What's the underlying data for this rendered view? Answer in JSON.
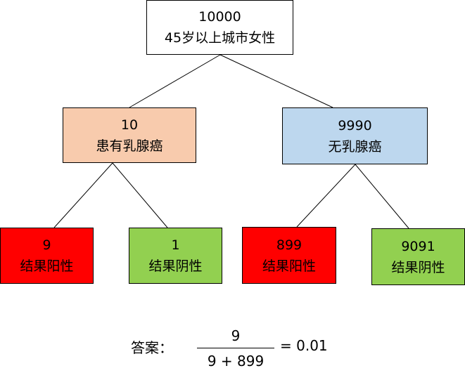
{
  "root": {
    "count": "10000",
    "label": "45岁以上城市女性",
    "fill": "#ffffff"
  },
  "left": {
    "count": "10",
    "label": "患有乳腺癌",
    "fill": "#f8cbad"
  },
  "right": {
    "count": "9990",
    "label": "无乳腺癌",
    "fill": "#bdd7ee"
  },
  "leaves": [
    {
      "count": "9",
      "label": "结果阳性",
      "fill": "#ff0000"
    },
    {
      "count": "1",
      "label": "结果阴性",
      "fill": "#92d050"
    },
    {
      "count": "899",
      "label": "结果阳性",
      "fill": "#ff0000"
    },
    {
      "count": "9091",
      "label": "结果阴性",
      "fill": "#92d050"
    }
  ],
  "answer": {
    "label": "答案：",
    "numerator": "9",
    "denominator": "9 + 899",
    "result": "= 0.01"
  }
}
